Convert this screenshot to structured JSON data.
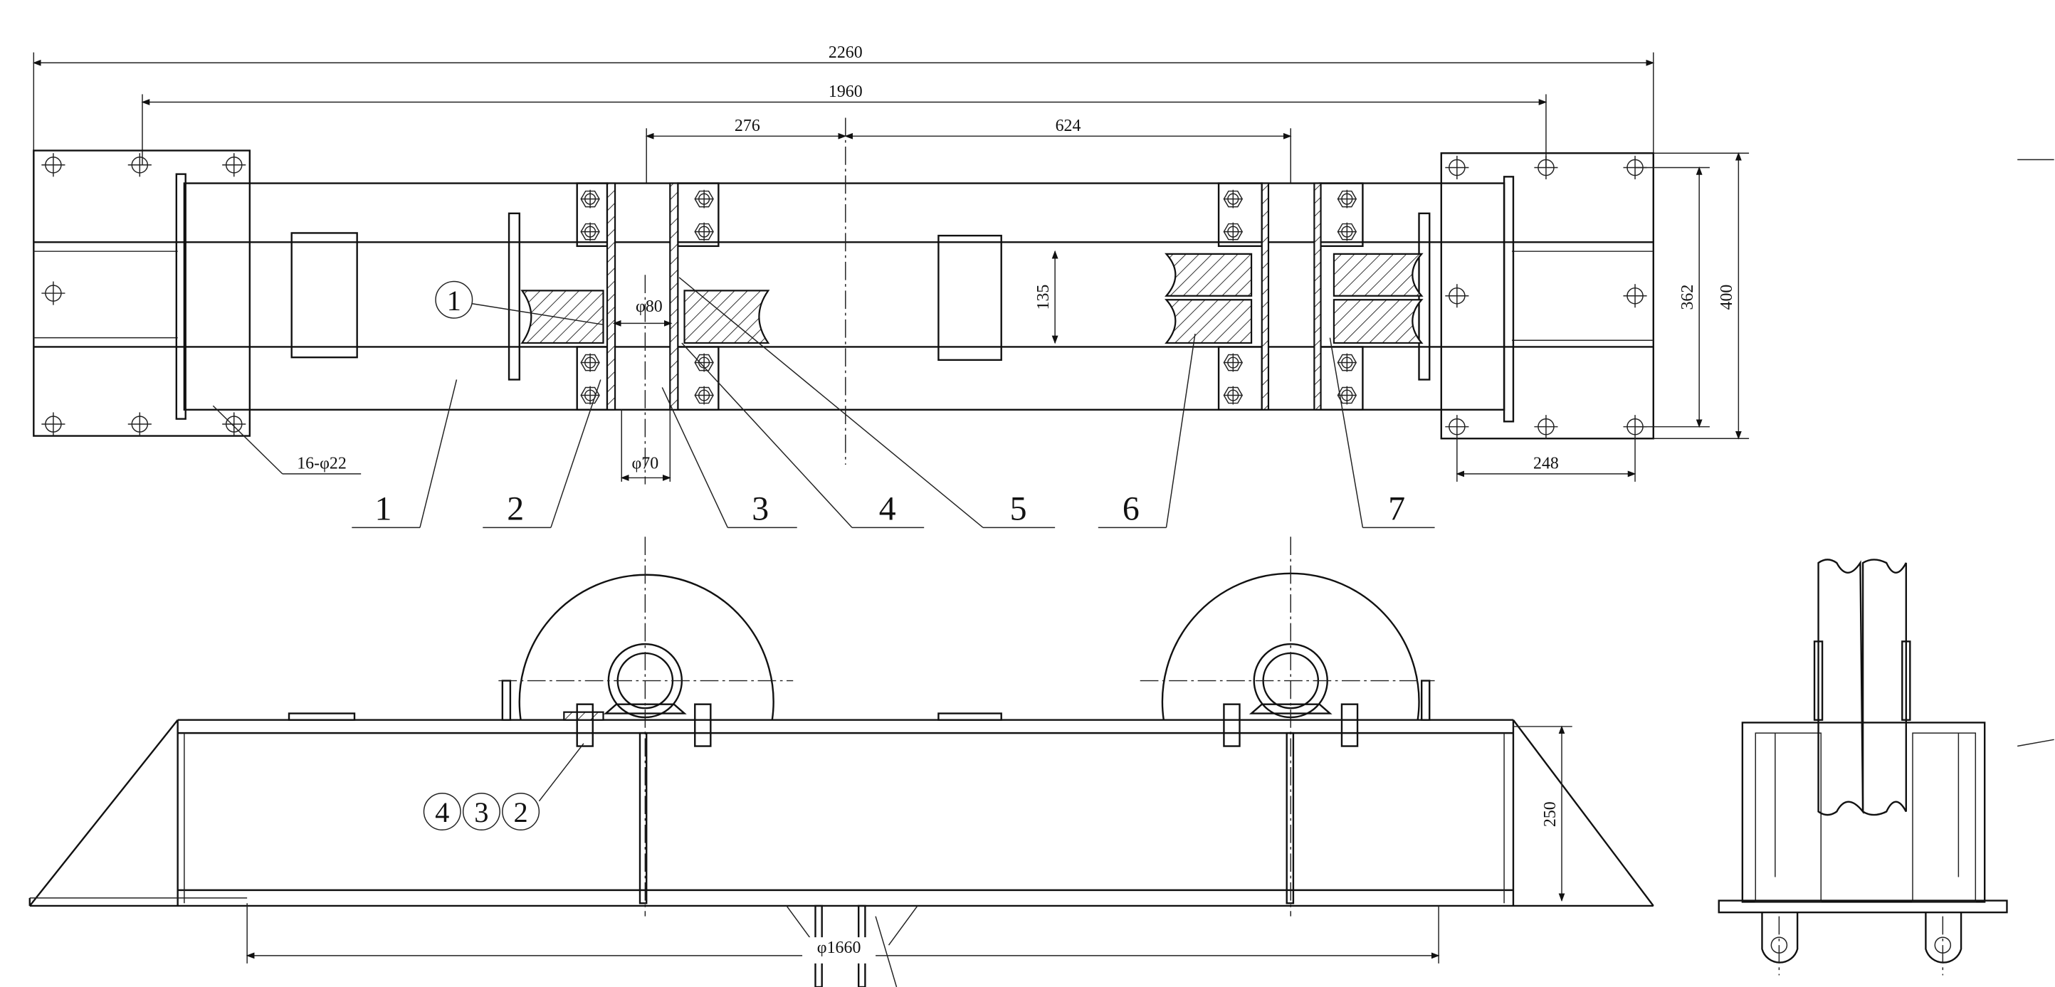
{
  "dimensions": {
    "overall_length": "2260",
    "bolt_span": "1960",
    "offset_left": "276",
    "offset_right": "624",
    "pulley_gap": "135",
    "plate_inner": "362",
    "plate_width": "400",
    "plate_bolt_spacing": "248",
    "bolt_holes": "16-φ22",
    "bearing_diameter": "φ80",
    "shaft_diameter": "φ70",
    "frame_height": "250",
    "wheel_diameter": "φ1660"
  },
  "part_labels": [
    "1",
    "2",
    "3",
    "4",
    "5",
    "6",
    "7"
  ],
  "callouts": {
    "detail_1": "1",
    "front_group": [
      "4",
      "3",
      "2"
    ]
  }
}
